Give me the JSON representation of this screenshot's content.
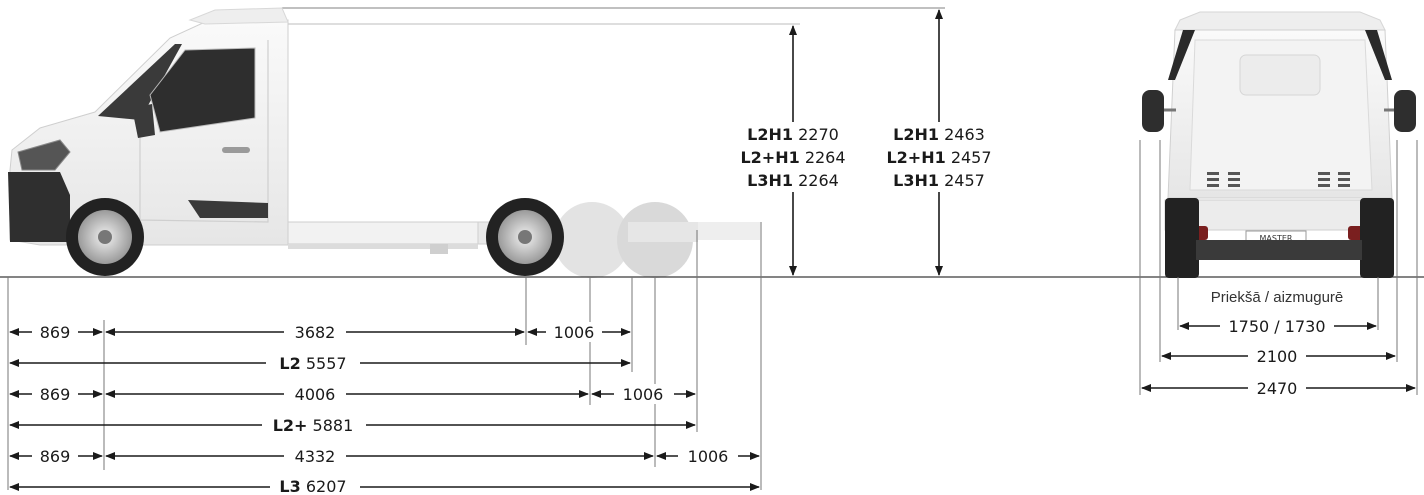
{
  "side_view": {
    "row1": {
      "front_overhang": "869",
      "wheelbase": "3682",
      "rear_overhang": "1006"
    },
    "row1_total": {
      "model": "L2",
      "value": "5557"
    },
    "row2": {
      "front_overhang": "869",
      "wheelbase": "4006",
      "rear_overhang": "1006"
    },
    "row2_total": {
      "model": "L2+",
      "value": "5881"
    },
    "row3": {
      "front_overhang": "869",
      "wheelbase": "4332",
      "rear_overhang": "1006"
    },
    "row3_total": {
      "model": "L3",
      "value": "6207"
    },
    "height_inner": [
      {
        "model": "L2H1",
        "value": "2270"
      },
      {
        "model": "L2+H1",
        "value": "2264"
      },
      {
        "model": "L3H1",
        "value": "2264"
      }
    ],
    "height_outer": [
      {
        "model": "L2H1",
        "value": "2463"
      },
      {
        "model": "L2+H1",
        "value": "2457"
      },
      {
        "model": "L3H1",
        "value": "2457"
      }
    ]
  },
  "rear_view": {
    "track_caption": "Priekšā / aizmugurē",
    "track": "1750 / 1730",
    "width_body": "2100",
    "width_mirrors": "2470",
    "plate_text": "MASTER"
  },
  "colors": {
    "line": "#1a1a1a",
    "body": "#f6f6f6",
    "shadow": "#d9d9d9",
    "tyre": "#222222"
  }
}
